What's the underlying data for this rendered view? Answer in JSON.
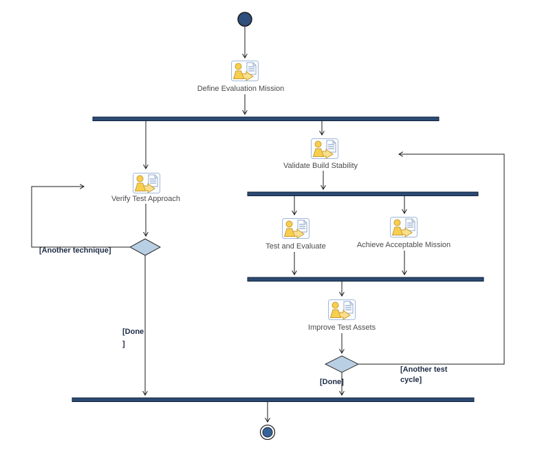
{
  "diagram": {
    "type": "uml-activity-diagram",
    "nodes": {
      "define": {
        "label": "Define Evaluation Mission"
      },
      "verify": {
        "label": "Verify Test Approach"
      },
      "validate": {
        "label": "Validate Build Stability"
      },
      "test_evaluate": {
        "label": "Test and Evaluate"
      },
      "achieve": {
        "label": "Achieve Acceptable Mission"
      },
      "improve": {
        "label": "Improve Test Assets"
      }
    },
    "guards": {
      "another_technique": "[Another technique]",
      "done_left": "[Done\n]",
      "done_right": "[Done]",
      "another_test_cycle": "[Another test\ncycle]"
    },
    "colors": {
      "bar": "#2b4a73",
      "bar_border": "#10203a",
      "diamond_fill": "#b9cfe4",
      "diamond_border": "#2b2b2b",
      "initial_node_fill": "#2f4f7c",
      "final_node_fill": "#38639a",
      "connector": "#1a1a1a",
      "activity_label": "#4a4a4a",
      "guard_label": "#1c2b45",
      "icon_yellow": "#f7cf4e",
      "icon_yellow_light": "#fae08c",
      "icon_outline": "#c99a33",
      "icon_border": "#9fb8d8"
    }
  }
}
